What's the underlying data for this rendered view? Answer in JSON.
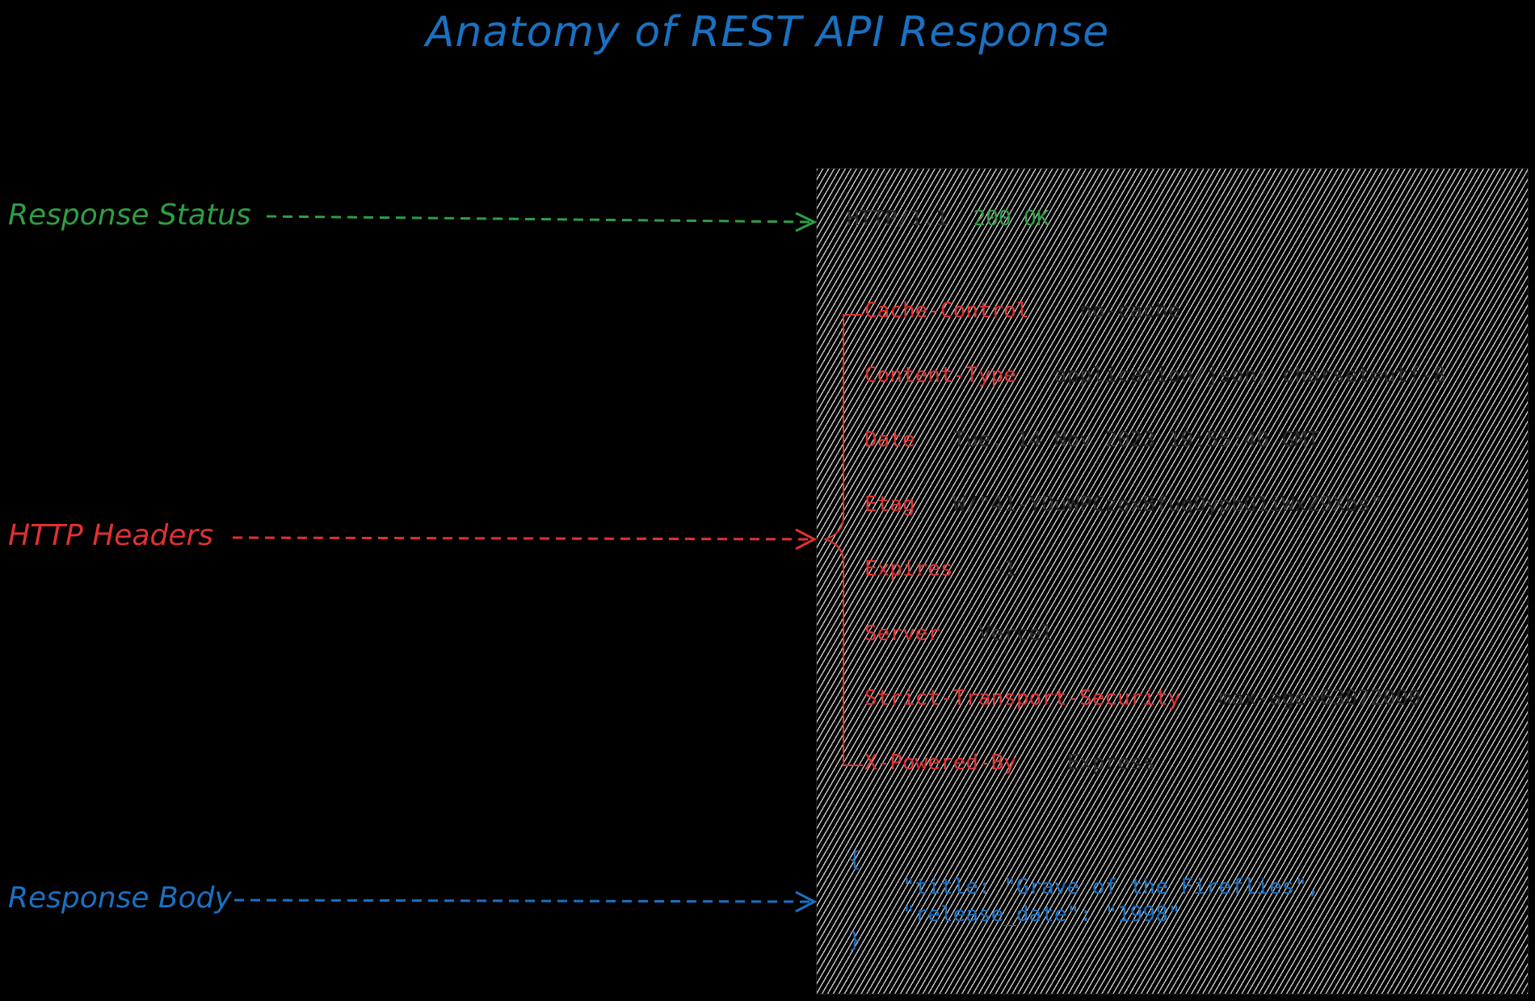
{
  "title": "Anatomy of REST API Response",
  "labels": {
    "status": "Response Status",
    "headers": "HTTP Headers",
    "body": "Response Body"
  },
  "colors": {
    "status": "#2f9e44",
    "headers": "#e03131",
    "body": "#1971c2"
  },
  "response": {
    "protocol": "HTTP/1.1",
    "status": "200 OK",
    "headers": [
      {
        "key": "Cache-Control",
        "value": "no-cache"
      },
      {
        "key": "Content-Type",
        "value": "application/json; charset=utf-8"
      },
      {
        "key": "Date",
        "value": "Tue, 14 Nov 2023 19:55:40 GMT"
      },
      {
        "key": "Etag",
        "value": "W/\"41-YOuWPCzoxBfuqOypbG1iWxZ9Xbs\""
      },
      {
        "key": "Expires",
        "value": "-1"
      },
      {
        "key": "Server",
        "value": "Vercel"
      },
      {
        "key": "Strict-Transport-Security",
        "value": "max-age=63072000"
      },
      {
        "key": "X-Powered-By",
        "value": "Express"
      }
    ],
    "body": {
      "open": "{",
      "line1": "\"title: \"Grave of the Fireflies\",",
      "line2": "\"release_date\": \"1998\"",
      "close": "}"
    }
  }
}
